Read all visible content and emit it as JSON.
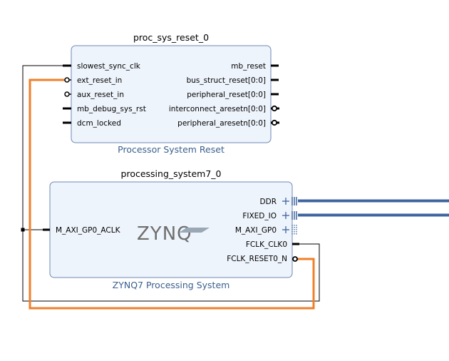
{
  "proc_sys_reset": {
    "instance_name": "proc_sys_reset_0",
    "ip_name": "Processor System Reset",
    "inputs": [
      "slowest_sync_clk",
      "ext_reset_in",
      "aux_reset_in",
      "mb_debug_sys_rst",
      "dcm_locked"
    ],
    "outputs": [
      "mb_reset",
      "bus_struct_reset[0:0]",
      "peripheral_reset[0:0]",
      "interconnect_aresetn[0:0]",
      "peripheral_aresetn[0:0]"
    ]
  },
  "processing_system": {
    "instance_name": "processing_system7_0",
    "ip_name": "ZYNQ7 Processing System",
    "logo_text": "ZYNQ",
    "inputs": [
      "M_AXI_GP0_ACLK"
    ],
    "outputs": [
      "DDR",
      "FIXED_IO",
      "M_AXI_GP0",
      "FCLK_CLK0",
      "FCLK_RESET0_N"
    ]
  },
  "colors": {
    "block_fill": "#eef4fc",
    "block_border": "#6f88b4",
    "net_highlight": "#f07f2a",
    "bus": "#3f64a0",
    "wire": "#000000"
  }
}
